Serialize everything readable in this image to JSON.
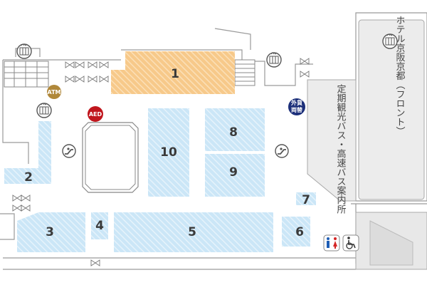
{
  "colors": {
    "store": "#cbe6f7",
    "store_hatch": "#e6f3fb",
    "highlight": "#f7c98a",
    "highlight_hatch": "#fbe0b8",
    "atm_badge": "#b0883a",
    "aed_badge": "#c0161d",
    "exchange_badge": "#1c2f7a",
    "toilet_male": "#1e5db5",
    "toilet_female": "#d42525"
  },
  "stores": [
    {
      "number": "1",
      "highlighted": true
    },
    {
      "number": "2",
      "highlighted": false
    },
    {
      "number": "3",
      "highlighted": false
    },
    {
      "number": "4",
      "highlighted": false
    },
    {
      "number": "5",
      "highlighted": false
    },
    {
      "number": "6",
      "highlighted": false
    },
    {
      "number": "7",
      "highlighted": false
    },
    {
      "number": "8",
      "highlighted": false
    },
    {
      "number": "9",
      "highlighted": false
    },
    {
      "number": "10",
      "highlighted": false
    }
  ],
  "facilities": {
    "atm": "ATM",
    "aed": "AED",
    "currency_exchange": [
      "外貨",
      "両替"
    ]
  },
  "areas": {
    "hotel_front": "ホテル京阪京都（フロント）",
    "bus_info": "定期観光バス・高速バス案内所"
  },
  "icons": [
    "elevator-icon",
    "escalator-icon",
    "restroom-icon",
    "wheelchair-icon",
    "door-icon"
  ]
}
